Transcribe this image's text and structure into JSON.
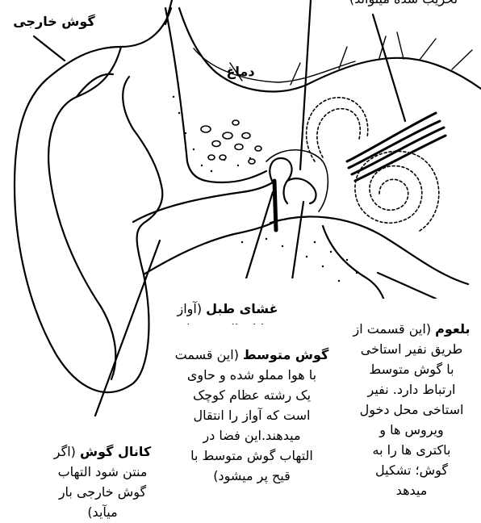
{
  "labels": {
    "outer_ear": "گوش خارجی",
    "brain": "دماغ",
    "top_right_fragment": "تخریب شده میتواند)",
    "eardrum_title": "غشای طبل",
    "eardrum_text": " (آواز\nرا انتقال میدهد)",
    "throat_title": "بلعوم",
    "throat_text": " (این قسمت از\nطریق نفیر استاخی\nبا گوش متوسط\nارتباط دارد. نفیر\nاستاخی محل دخول\nویروس ها و\nباکتری ها را به\nگوش؛ تشکیل\nمیدهد",
    "middle_ear_title": "گوش متوسط",
    "middle_ear_text": " (این قسمت\nبا هوا مملو شده و حاوی\nیک رشته عظام کوچک\nاست که آواز را انتقال\nمیدهند.این فضا در\nالتهاب گوش متوسط با\nقیح پر میشود)",
    "ear_canal_title": "کانال گوش",
    "ear_canal_text": " (اگر\nمنتن شود التهاب\nگوش خارجی بار\nمیآید)"
  },
  "colors": {
    "ink": "#000000",
    "paper": "#ffffff"
  }
}
